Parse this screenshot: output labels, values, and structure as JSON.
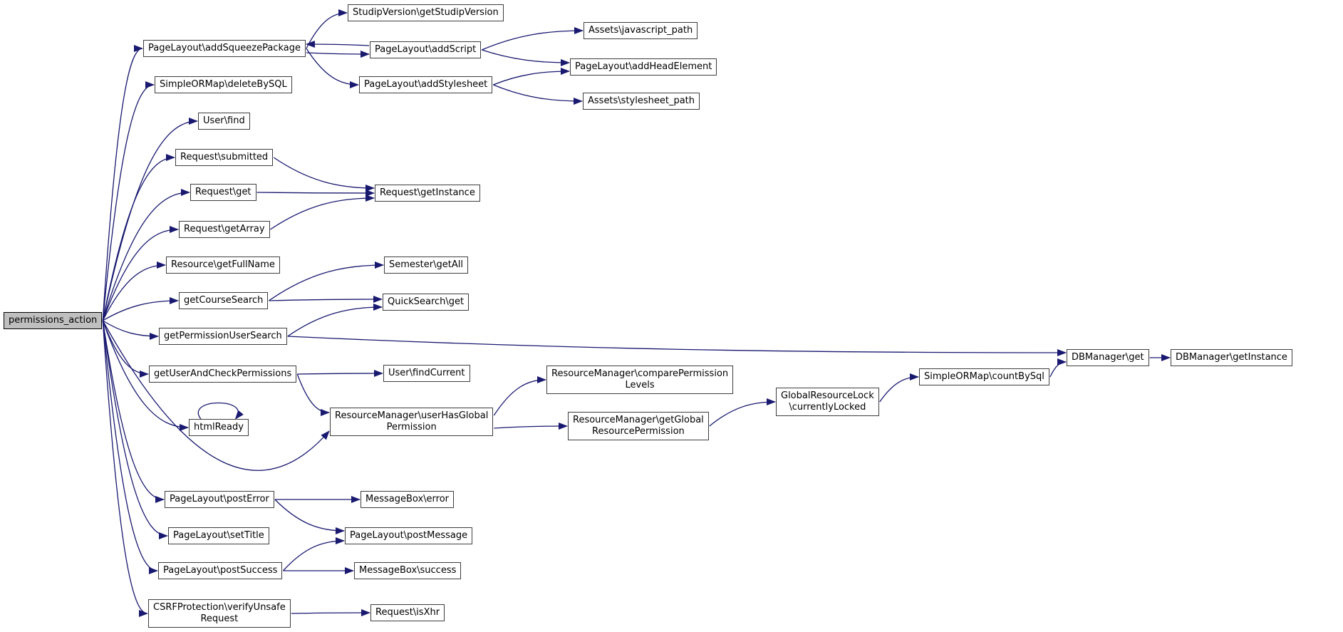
{
  "graph": {
    "colors": {
      "edge": "#191970",
      "node_border": "#3d3d3d",
      "node_fill": "#ffffff",
      "root_fill": "#bfbfbf",
      "text": "#000000",
      "background": "#ffffff"
    },
    "root": "permissions_action",
    "nodes": [
      {
        "id": "permissions_action",
        "label": "permissions_action"
      },
      {
        "id": "addSqueezePackage",
        "label": "PageLayout\\addSqueezePackage"
      },
      {
        "id": "getStudipVersion",
        "label": "StudipVersion\\getStudipVersion"
      },
      {
        "id": "addScript",
        "label": "PageLayout\\addScript"
      },
      {
        "id": "javascriptPath",
        "label": "Assets\\javascript_path"
      },
      {
        "id": "addHeadElement",
        "label": "PageLayout\\addHeadElement"
      },
      {
        "id": "addStylesheet",
        "label": "PageLayout\\addStylesheet"
      },
      {
        "id": "stylesheetPath",
        "label": "Assets\\stylesheet_path"
      },
      {
        "id": "deleteBySQL",
        "label": "SimpleORMap\\deleteBySQL"
      },
      {
        "id": "userFind",
        "label": "User\\find"
      },
      {
        "id": "requestSubmitted",
        "label": "Request\\submitted"
      },
      {
        "id": "requestGet",
        "label": "Request\\get"
      },
      {
        "id": "requestGetInstance",
        "label": "Request\\getInstance"
      },
      {
        "id": "requestGetArray",
        "label": "Request\\getArray"
      },
      {
        "id": "resourceGetFullName",
        "label": "Resource\\getFullName"
      },
      {
        "id": "semesterGetAll",
        "label": "Semester\\getAll"
      },
      {
        "id": "getCourseSearch",
        "label": "getCourseSearch"
      },
      {
        "id": "quickSearchGet",
        "label": "QuickSearch\\get"
      },
      {
        "id": "getPermissionUserSearch",
        "label": "getPermissionUserSearch"
      },
      {
        "id": "getUserAndCheckPermissions",
        "label": "getUserAndCheckPermissions"
      },
      {
        "id": "userFindCurrent",
        "label": "User\\findCurrent"
      },
      {
        "id": "htmlReady",
        "label": "htmlReady"
      },
      {
        "id": "userHasGlobalPermission",
        "label": "ResourceManager\\userHasGlobal\nPermission"
      },
      {
        "id": "comparePermissionLevels",
        "label": "ResourceManager\\comparePermission\nLevels"
      },
      {
        "id": "getGlobalResourcePermission",
        "label": "ResourceManager\\getGlobal\nResourcePermission"
      },
      {
        "id": "currentlyLocked",
        "label": "GlobalResourceLock\n\\currentlyLocked"
      },
      {
        "id": "countBySql",
        "label": "SimpleORMap\\countBySql"
      },
      {
        "id": "dbManagerGet",
        "label": "DBManager\\get"
      },
      {
        "id": "dbManagerGetInstance",
        "label": "DBManager\\getInstance"
      },
      {
        "id": "postError",
        "label": "PageLayout\\postError"
      },
      {
        "id": "messageBoxError",
        "label": "MessageBox\\error"
      },
      {
        "id": "setTitle",
        "label": "PageLayout\\setTitle"
      },
      {
        "id": "postMessage",
        "label": "PageLayout\\postMessage"
      },
      {
        "id": "postSuccess",
        "label": "PageLayout\\postSuccess"
      },
      {
        "id": "messageBoxSuccess",
        "label": "MessageBox\\success"
      },
      {
        "id": "verifyUnsafeRequest",
        "label": "CSRFProtection\\verifyUnsafe\nRequest"
      },
      {
        "id": "requestIsXhr",
        "label": "Request\\isXhr"
      }
    ],
    "edges": [
      {
        "from": "permissions_action",
        "to": "addSqueezePackage"
      },
      {
        "from": "permissions_action",
        "to": "deleteBySQL"
      },
      {
        "from": "permissions_action",
        "to": "userFind"
      },
      {
        "from": "permissions_action",
        "to": "requestSubmitted"
      },
      {
        "from": "permissions_action",
        "to": "requestGet"
      },
      {
        "from": "permissions_action",
        "to": "requestGetArray"
      },
      {
        "from": "permissions_action",
        "to": "resourceGetFullName"
      },
      {
        "from": "permissions_action",
        "to": "getCourseSearch"
      },
      {
        "from": "permissions_action",
        "to": "getPermissionUserSearch"
      },
      {
        "from": "permissions_action",
        "to": "getUserAndCheckPermissions"
      },
      {
        "from": "permissions_action",
        "to": "htmlReady"
      },
      {
        "from": "permissions_action",
        "to": "userHasGlobalPermission"
      },
      {
        "from": "permissions_action",
        "to": "postError"
      },
      {
        "from": "permissions_action",
        "to": "setTitle"
      },
      {
        "from": "permissions_action",
        "to": "postSuccess"
      },
      {
        "from": "permissions_action",
        "to": "verifyUnsafeRequest"
      },
      {
        "from": "addSqueezePackage",
        "to": "getStudipVersion"
      },
      {
        "from": "addSqueezePackage",
        "to": "addScript"
      },
      {
        "from": "addScript",
        "to": "addSqueezePackage"
      },
      {
        "from": "addSqueezePackage",
        "to": "addStylesheet"
      },
      {
        "from": "addScript",
        "to": "javascriptPath"
      },
      {
        "from": "addScript",
        "to": "addHeadElement"
      },
      {
        "from": "addStylesheet",
        "to": "addHeadElement"
      },
      {
        "from": "addStylesheet",
        "to": "stylesheetPath"
      },
      {
        "from": "requestSubmitted",
        "to": "requestGetInstance"
      },
      {
        "from": "requestGet",
        "to": "requestGetInstance"
      },
      {
        "from": "requestGetArray",
        "to": "requestGetInstance"
      },
      {
        "from": "getCourseSearch",
        "to": "semesterGetAll"
      },
      {
        "from": "getCourseSearch",
        "to": "quickSearchGet"
      },
      {
        "from": "getPermissionUserSearch",
        "to": "quickSearchGet"
      },
      {
        "from": "getPermissionUserSearch",
        "to": "dbManagerGet"
      },
      {
        "from": "getUserAndCheckPermissions",
        "to": "userFindCurrent"
      },
      {
        "from": "getUserAndCheckPermissions",
        "to": "userHasGlobalPermission"
      },
      {
        "from": "htmlReady",
        "to": "htmlReady"
      },
      {
        "from": "userHasGlobalPermission",
        "to": "comparePermissionLevels"
      },
      {
        "from": "userHasGlobalPermission",
        "to": "getGlobalResourcePermission"
      },
      {
        "from": "getGlobalResourcePermission",
        "to": "currentlyLocked"
      },
      {
        "from": "currentlyLocked",
        "to": "countBySql"
      },
      {
        "from": "countBySql",
        "to": "dbManagerGet"
      },
      {
        "from": "dbManagerGet",
        "to": "dbManagerGetInstance"
      },
      {
        "from": "postError",
        "to": "messageBoxError"
      },
      {
        "from": "postError",
        "to": "postMessage"
      },
      {
        "from": "postSuccess",
        "to": "postMessage"
      },
      {
        "from": "postSuccess",
        "to": "messageBoxSuccess"
      },
      {
        "from": "verifyUnsafeRequest",
        "to": "requestIsXhr"
      }
    ]
  }
}
